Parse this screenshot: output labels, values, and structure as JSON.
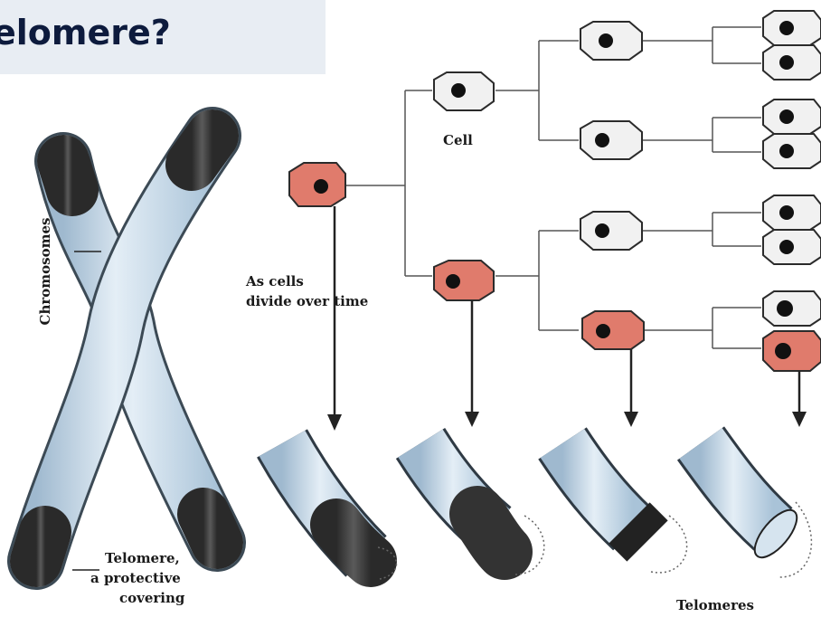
{
  "title": "elomere?",
  "labels": {
    "chromosomes": "Chromosomes",
    "cell": "Cell",
    "divide_line1": "As cells",
    "divide_line2": "divide over time",
    "telomere_line1": "Telomere,",
    "telomere_line2": "a protective",
    "telomere_line3": "covering",
    "telomeres": "Telomeres"
  },
  "colors": {
    "title_band": "#e8edf3",
    "title_text": "#0d1b3d",
    "chromosome_body": "#c9dcec",
    "telomere_cap": "#3a3a3a",
    "aging_cell": "#e07b6c",
    "young_cell": "#f1f1f1",
    "nucleus": "#111111"
  }
}
